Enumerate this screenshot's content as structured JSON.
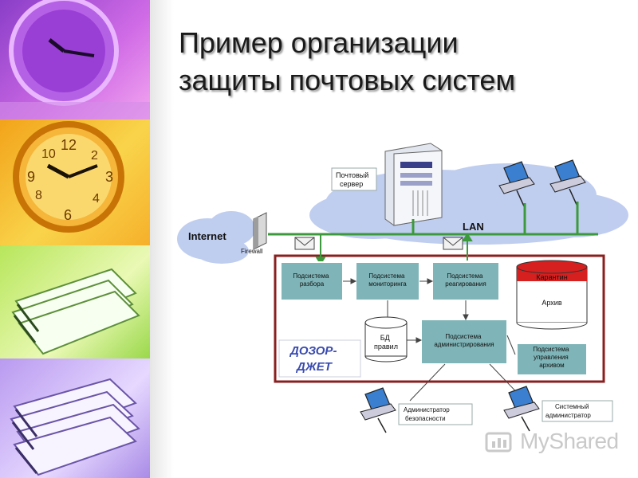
{
  "title": {
    "line1": "Пример организации",
    "line2": "защиты почтовых систем"
  },
  "diagram": {
    "mail_server_label": [
      "Почтовый",
      "сервер"
    ],
    "internet_label": "Internet",
    "firewall_label": "Firewall",
    "lan_label": "LAN",
    "subsystems": {
      "parsing": [
        "Подсистема",
        "разбора"
      ],
      "monitoring": [
        "Подсистема",
        "мониторинга"
      ],
      "response": [
        "Подсистема",
        "реагирования"
      ],
      "admin": [
        "Подсистема",
        "администрирования"
      ],
      "archive_mgmt": [
        "Подсистема",
        "управления",
        "архивом"
      ]
    },
    "db_rules": [
      "БД",
      "правил"
    ],
    "quarantine_label": "Карантин",
    "archive_label": "Архив",
    "product_logo": [
      "ДОЗОР-",
      "ДЖЕТ"
    ],
    "security_admin": [
      "Администратор",
      "безопасности"
    ],
    "system_admin": [
      "Системный",
      "администратор"
    ]
  },
  "watermark": "MyShared",
  "colors": {
    "subsystem_fill": "#7fb5b8",
    "frame": "#8a1f1f",
    "quarantine": "#d62020",
    "network_line": "#3c9a3c",
    "cloud": "#b9c8ee"
  },
  "icons": [
    "clock-icon",
    "clock-icon",
    "papers-icon",
    "papers-icon",
    "server-icon",
    "computer-icon",
    "firewall-icon",
    "envelope-icon",
    "database-icon"
  ]
}
